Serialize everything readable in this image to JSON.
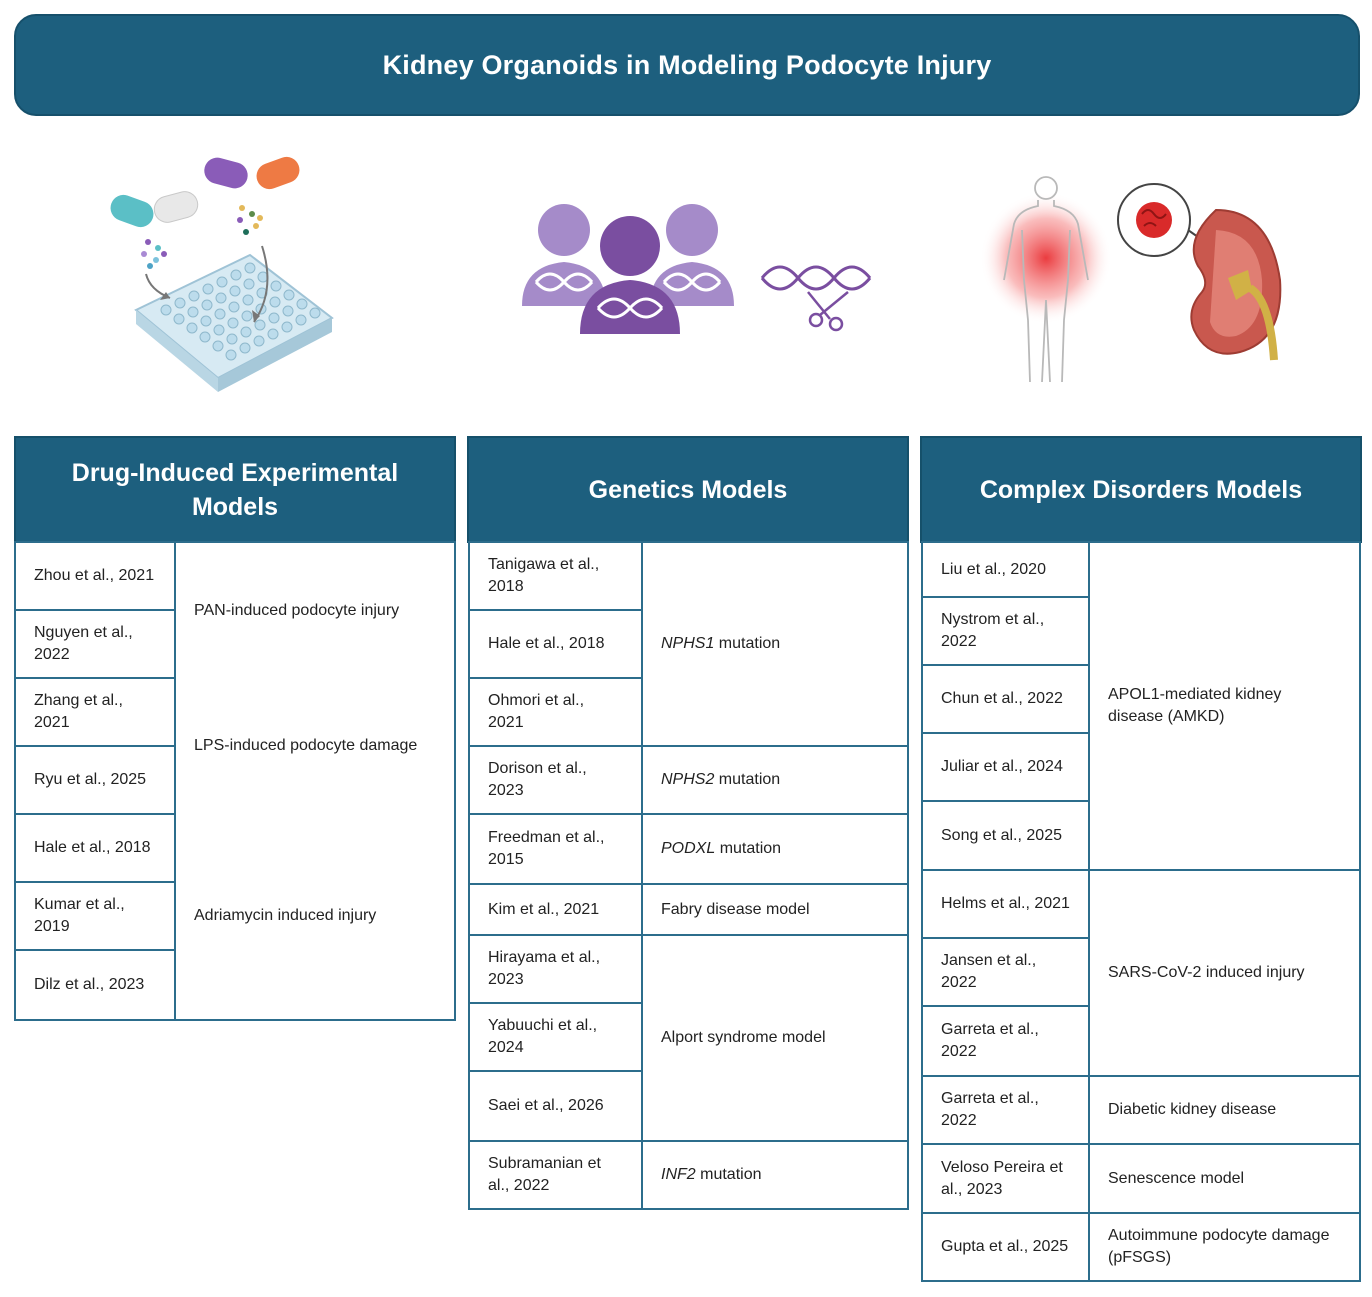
{
  "title": "Kidney Organoids in Modeling Podocyte Injury",
  "colors": {
    "header": "#1d5f7e",
    "border": "#2c6d8c",
    "purple": "#7a4ea0",
    "purple_light": "#a58bc9"
  },
  "panels": [
    {
      "heading_line1": "Drug-Induced Experimental",
      "heading_line2": "Models",
      "refs": [
        "Zhou et al., 2021",
        "Nguyen et al., 2022",
        "Zhang et al., 2021",
        "Ryu et al., 2025",
        "Hale et al., 2018",
        "Kumar et al., 2019",
        "Dilz et al., 2023"
      ],
      "groups": [
        "PAN-induced podocyte injury",
        "LPS-induced podocyte damage",
        "Adriamycin induced injury"
      ]
    },
    {
      "heading": "Genetics Models",
      "refs": [
        "Tanigawa et al., 2018",
        "Hale et al., 2018",
        "Ohmori et al., 2021",
        "Dorison et al., 2023",
        "Freedman et al., 2015",
        "Kim et al., 2021",
        "Hirayama et al., 2023",
        "Yabuuchi et al., 2024",
        "Saei et al., 2026",
        "Subramanian et al., 2022"
      ],
      "groups": [
        {
          "gene": "NPHS1",
          "suffix": " mutation"
        },
        {
          "gene": "NPHS2",
          "suffix": " mutation"
        },
        {
          "gene": "PODXL",
          "suffix": " mutation"
        },
        {
          "gene": "",
          "suffix": "Fabry disease model"
        },
        {
          "gene": "",
          "suffix": "Alport syndrome model"
        },
        {
          "gene": "INF2",
          "suffix": " mutation"
        }
      ]
    },
    {
      "heading": "Complex Disorders Models",
      "refs": [
        "Liu et al., 2020",
        "Nystrom et al., 2022",
        "Chun et al., 2022",
        "Juliar et al., 2024",
        "Song et al., 2025",
        "Helms et al., 2021",
        "Jansen et al., 2022",
        "Garreta et al., 2022",
        "Garreta et al., 2022",
        "Veloso Pereira et al., 2023",
        "Gupta et al., 2025"
      ],
      "groups": [
        "APOL1-mediated kidney disease (AMKD)",
        "SARS-CoV-2 induced injury",
        "Diabetic kidney disease",
        "Senescence model",
        "Autoimmune podocyte damage (pFSGS)"
      ]
    }
  ]
}
